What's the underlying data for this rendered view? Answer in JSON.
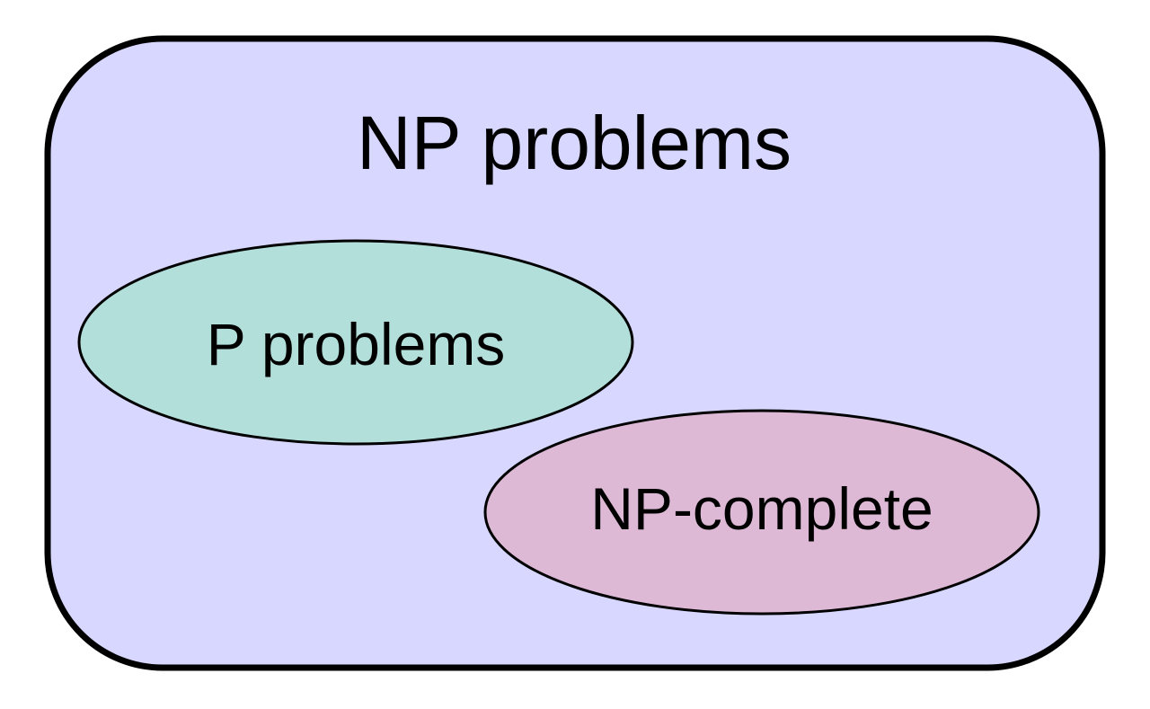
{
  "diagram": {
    "outer_set": {
      "label": "NP problems",
      "fill": "#d7d7ff",
      "stroke": "#000000"
    },
    "p_set": {
      "label": "P problems",
      "fill": "#b3dfdb",
      "stroke": "#000000"
    },
    "npc_set": {
      "label": "NP-complete",
      "fill": "#ddb9d6",
      "stroke": "#000000"
    }
  }
}
